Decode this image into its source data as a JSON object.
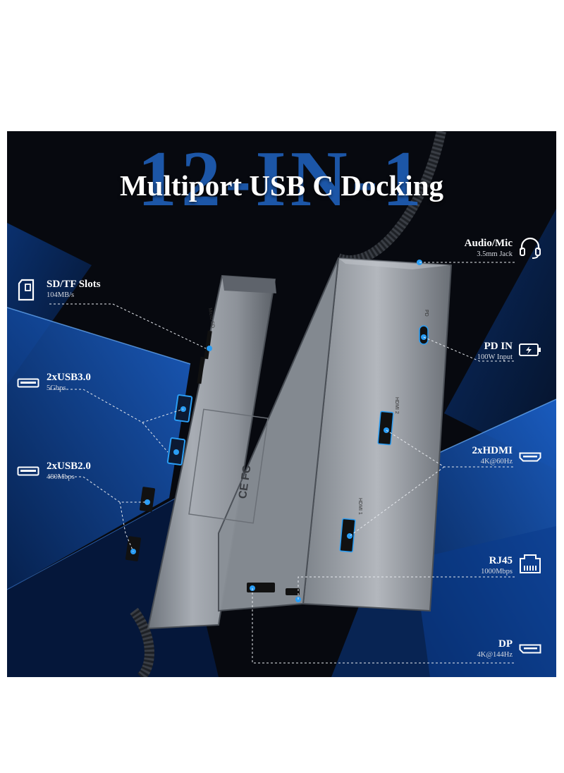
{
  "banner": {
    "big_text": "12-IN-1",
    "title": "Multiport USB C Docking"
  },
  "left_labels": [
    {
      "title": "SD/TF Slots",
      "sub": "104MB/s",
      "icon": "sd-card-icon"
    },
    {
      "title": "2xUSB3.0",
      "sub": "5Gbps",
      "icon": "usb-port-icon"
    },
    {
      "title": "2xUSB2.0",
      "sub": "480Mbps",
      "icon": "usb-port-icon"
    }
  ],
  "right_labels": [
    {
      "title": "Audio/Mic",
      "sub": "3.5mm Jack",
      "icon": "headset-icon"
    },
    {
      "title": "PD IN",
      "sub": "100W Input",
      "icon": "battery-charging-icon"
    },
    {
      "title": "2xHDMI",
      "sub": "4K@60Hz",
      "icon": "hdmi-port-icon"
    },
    {
      "title": "RJ45",
      "sub": "1000Mbps",
      "icon": "ethernet-port-icon"
    },
    {
      "title": "DP",
      "sub": "4K@144Hz",
      "icon": "displayport-icon"
    }
  ],
  "device_markings": {
    "sd": "SD",
    "micro_sd": "Micro SD",
    "pd": "PD",
    "hdmi2": "HDMI 2",
    "hdmi1": "HDMI 1",
    "cert": "CE FC"
  },
  "colors": {
    "accent_blue": "#1f5fb8",
    "highlight_blue": "#2a9df4",
    "panel": "#07090f"
  }
}
